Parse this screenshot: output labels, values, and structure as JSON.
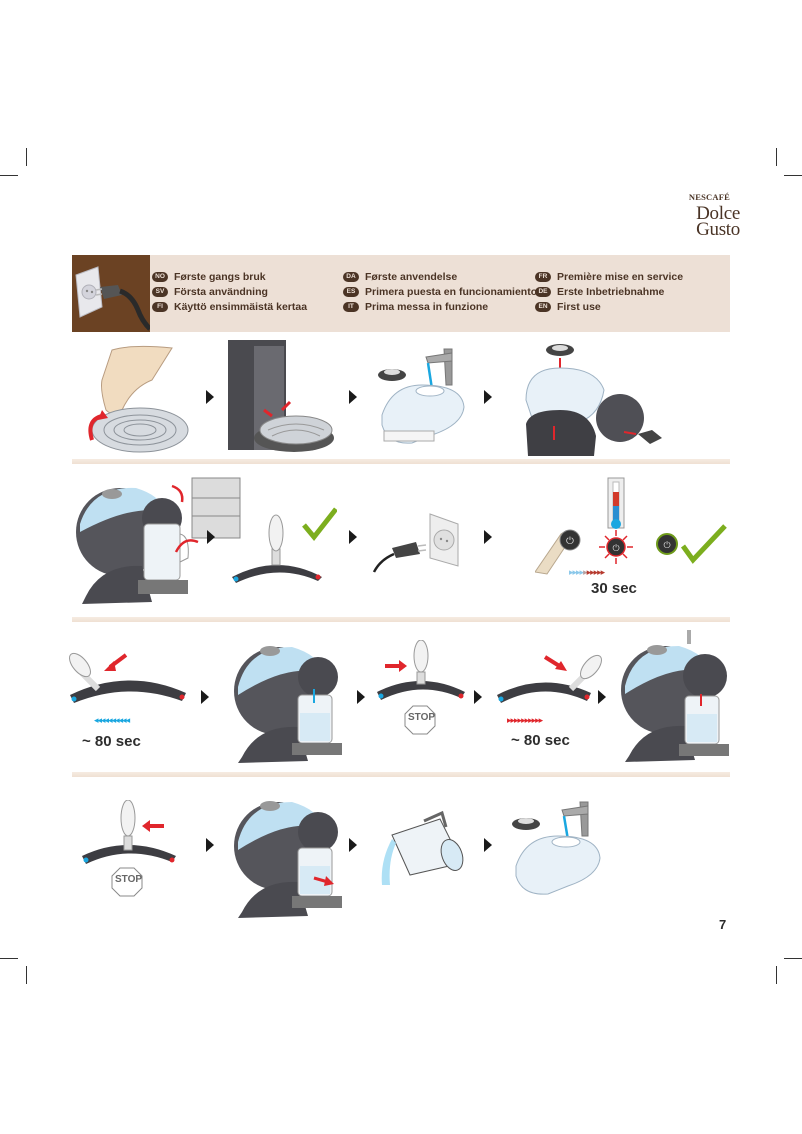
{
  "brand": {
    "line1": "NESCAFÉ",
    "line2": "Dolce",
    "line3": "Gusto"
  },
  "header": {
    "columns": [
      [
        {
          "code": "NO",
          "text": "Første gangs bruk"
        },
        {
          "code": "SV",
          "text": "Första användning"
        },
        {
          "code": "FI",
          "text": "Käyttö ensimmäistä kertaa"
        }
      ],
      [
        {
          "code": "DA",
          "text": "Første anvendelse"
        },
        {
          "code": "ES",
          "text": "Primera puesta en funcionamiento"
        },
        {
          "code": "IT",
          "text": "Prima messa in funzione"
        }
      ],
      [
        {
          "code": "FR",
          "text": "Première mise en service"
        },
        {
          "code": "DE",
          "text": "Erste Inbetriebnahme"
        },
        {
          "code": "EN",
          "text": "First use"
        }
      ]
    ]
  },
  "steps": {
    "row2": {
      "timer": "30 sec"
    },
    "row3": {
      "timer_left": "~ 80 sec",
      "stop_label": "STOP",
      "timer_right": "~ 80 sec"
    },
    "row4": {
      "stop_label": "STOP"
    }
  },
  "colors": {
    "header_bg": "#ede0d6",
    "header_photo_bg": "#6b4223",
    "accent_red": "#e0262c",
    "accent_blue": "#1aa7e0",
    "check_green": "#7cae1e",
    "text_brown": "#4b3425"
  },
  "page_number": "7"
}
